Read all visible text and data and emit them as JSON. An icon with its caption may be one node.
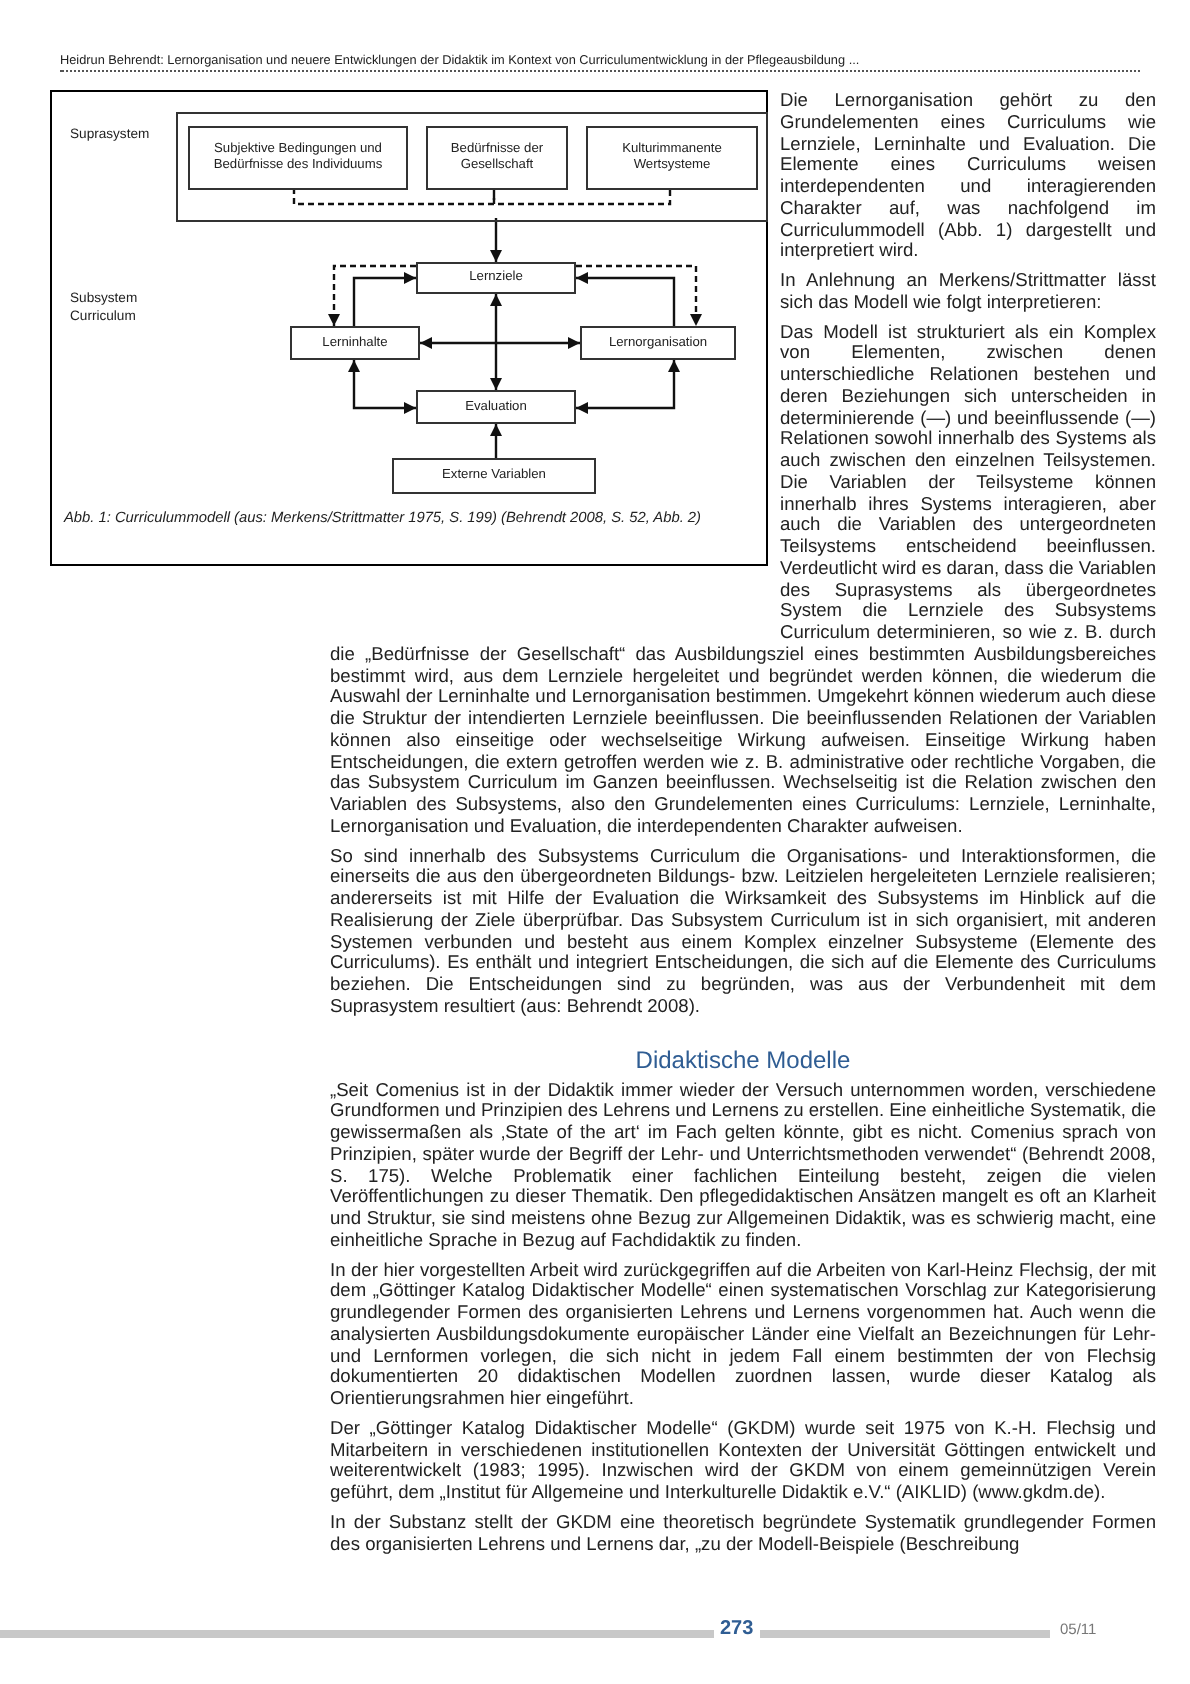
{
  "diagram": {
    "caption": "Abb. 1: Curriculummodell (aus: Merkens/Strittmatter 1975, S. 199) (Behrendt 2008, S. 52, Abb. 2)",
    "nodes": [
      {
        "text": [
          "Suprasystem"
        ]
      },
      {
        "text": [
          "Subjektive Bedingungen und Bedürfnisse des Individuums"
        ],
        "in": 0
      },
      {
        "text": [
          "Bedürfnisse der Gesellschaft"
        ],
        "in": 0
      },
      {
        "text": [
          "Kulturimmanente Wertsysteme"
        ],
        "in": 0
      },
      {
        "text": [
          "Lernziele"
        ]
      },
      {
        "text": [
          "Lerninhalte"
        ]
      },
      {
        "text": [
          "Lernorganisation"
        ]
      },
      {
        "text": [
          "Evaluation"
        ]
      },
      {
        "text": [
          "Externe Variablen"
        ]
      }
    ],
    "edges": [
      {
        "from": 1,
        "to": 2,
        "arrow": "none",
        "style": "dashed"
      },
      {
        "from": 2,
        "to": 3,
        "arrow": "none",
        "style": "dashed"
      },
      {
        "from": 0,
        "to": 4,
        "arrow": "to"
      },
      {
        "from": 5,
        "to": 4,
        "arrow": "to"
      },
      {
        "from": 4,
        "to": 5,
        "arrow": "to",
        "style": "dashed"
      },
      {
        "from": 6,
        "to": 4,
        "arrow": "to"
      },
      {
        "from": 4,
        "to": 6,
        "arrow": "to",
        "style": "dashed"
      },
      {
        "from": 5,
        "to": 6,
        "arrow": "both"
      },
      {
        "from": 4,
        "to": 7,
        "arrow": "both"
      },
      {
        "from": 5,
        "to": 7,
        "arrow": "both"
      },
      {
        "from": 6,
        "to": 7,
        "arrow": "both"
      },
      {
        "from": 8,
        "to": 7,
        "arrow": "to"
      }
    ],
    "labels": [
      "Heidrun Behrendt: Lernorganisation und neuere Entwicklungen der Didaktik im Kontext von Curriculumentwicklung in der Pflegeausbildung ...",
      "Subsystem Curriculum",
      "Die Lernorganisation gehört zu den Grundelementen eines Curriculums wie Lernziele, Lerninhalte und Evaluation. Die Elemente eines Curriculums weisen interdependenten und interagierenden Charakter auf, was nachfolgend im Curriculummodell (Abb. 1) dargestellt und interpretiert wird.",
      "In Anlehnung an Merkens/Strittmatter lässt sich das Modell wie folgt interpretieren:",
      "Das Modell ist strukturiert als ein Komplex von Elementen, zwischen denen unterschiedliche Relationen bestehen und deren Beziehungen sich unterscheiden in determinierende (—) und beeinflussende (—) Relationen sowohl innerhalb des Systems als auch zwischen den einzelnen Teilsystemen. Die Variablen der Teilsysteme können innerhalb ihres Systems interagieren, aber auch die Variablen des untergeordneten Teilsystems entscheidend beeinflussen. Verdeutlicht wird es daran, dass die Variablen des Suprasystems als übergeordnetes System die Lernziele des Subsystems Curriculum determinieren, so wie z. B. durch die „Bedürfnisse der Gesellschaft“ das Ausbildungsziel eines bestimmten Ausbildungsbereiches bestimmt wird, aus dem Lernziele hergeleitet und begründet werden können, die wiederum die Auswahl der Lerninhalte und Lernorganisation bestimmen. Umgekehrt können wiederum auch diese die Struktur der intendierten Lernziele beeinflussen. Die beeinflussenden Relationen der Variablen können also einseitige oder wechselseitige Wirkung aufweisen. Einseitige Wirkung haben Entscheidungen, die extern getroffen werden wie z. B. administrative oder rechtliche Vorgaben, die das Subsystem Curriculum im Ganzen beeinflussen. Wechselseitig ist die Relation zwischen den Variablen des Subsystems, also den Grundelementen eines Curriculums: Lernziele, Lerninhalte, Lernorganisation und Evaluation, die interdependenten Charakter aufweisen.",
      "So sind innerhalb des Subsystems Curriculum die Organisations- und Interaktionsformen, die einerseits die aus den übergeordneten Bildungs- bzw. Leitzielen hergeleiteten Lernziele realisieren; andererseits ist mit Hilfe der Evaluation die Wirksamkeit des Subsystems im Hinblick auf die Realisierung der Ziele überprüfbar. Das Subsystem Curriculum ist in sich organisiert, mit anderen Systemen verbunden und besteht aus einem Komplex einzelner Subsysteme (Elemente des Curriculums). Es enthält und integriert Entscheidungen, die sich auf die Elemente des Curriculums beziehen. Die Entscheidungen sind zu begründen, was aus der Verbundenheit mit dem Suprasystem resultiert (aus: Behrendt 2008).",
      "Didaktische Modelle",
      "„Seit Comenius ist in der Didaktik immer wieder der Versuch unternommen worden, verschiedene Grundformen und Prinzipien des Lehrens und Lernens zu erstellen. Eine einheitliche Systematik, die gewissermaßen als ‚State of the art‘ im Fach gelten könnte, gibt es nicht. Comenius sprach von Prinzipien, später wurde der Begriff der Lehr- und Unterrichtsmethoden verwendet“ (Behrendt 2008, S. 175). Welche Problematik einer fachlichen Einteilung besteht, zeigen die vielen Veröffentlichungen zu dieser Thematik. Den pflegedidaktischen Ansätzen mangelt es oft an Klarheit und Struktur, sie sind meistens ohne Bezug zur Allgemeinen Didaktik, was es schwierig macht, eine einheitliche Sprache in Bezug auf Fachdidaktik zu finden.",
      "In der hier vorgestellten Arbeit wird zurückgegriffen auf die Arbeiten von Karl-Heinz Flechsig, der mit dem „Göttinger Katalog Didaktischer Modelle“ einen systematischen Vorschlag zur Kategorisierung grundlegender Formen des organisierten Lehrens und Lernens vorgenommen hat. Auch wenn die analysierten Ausbildungsdokumente europäischer Länder eine Vielfalt an Bezeichnungen für Lehr- und Lernformen vorlegen, die sich nicht in jedem Fall einem bestimmten der von Flechsig dokumentierten 20 didaktischen Modellen zuordnen lassen, wurde dieser Katalog als Orientierungsrahmen hier eingeführt.",
      "Der „Göttinger Katalog Didaktischer Modelle“ (GKDM) wurde seit 1975 von K.-H. Flechsig und Mitarbeitern in verschiedenen institutionellen Kontexten der Universität Göttingen entwickelt und weiterentwickelt (1983; 1995). Inzwischen wird der GKDM von einem gemeinnützigen Verein geführt, dem „Institut für Allgemeine und Interkulturelle Didaktik e.V.“ (AIKLID) (www.gkdm.de).",
      "In der Substanz stellt der GKDM eine theoretisch begründete Systematik grundlegender Formen des organisierten Lehrens und Lernens dar, „zu der Modell-Beispiele (Beschreibung",
      "273",
      "05/11"
    ]
  }
}
